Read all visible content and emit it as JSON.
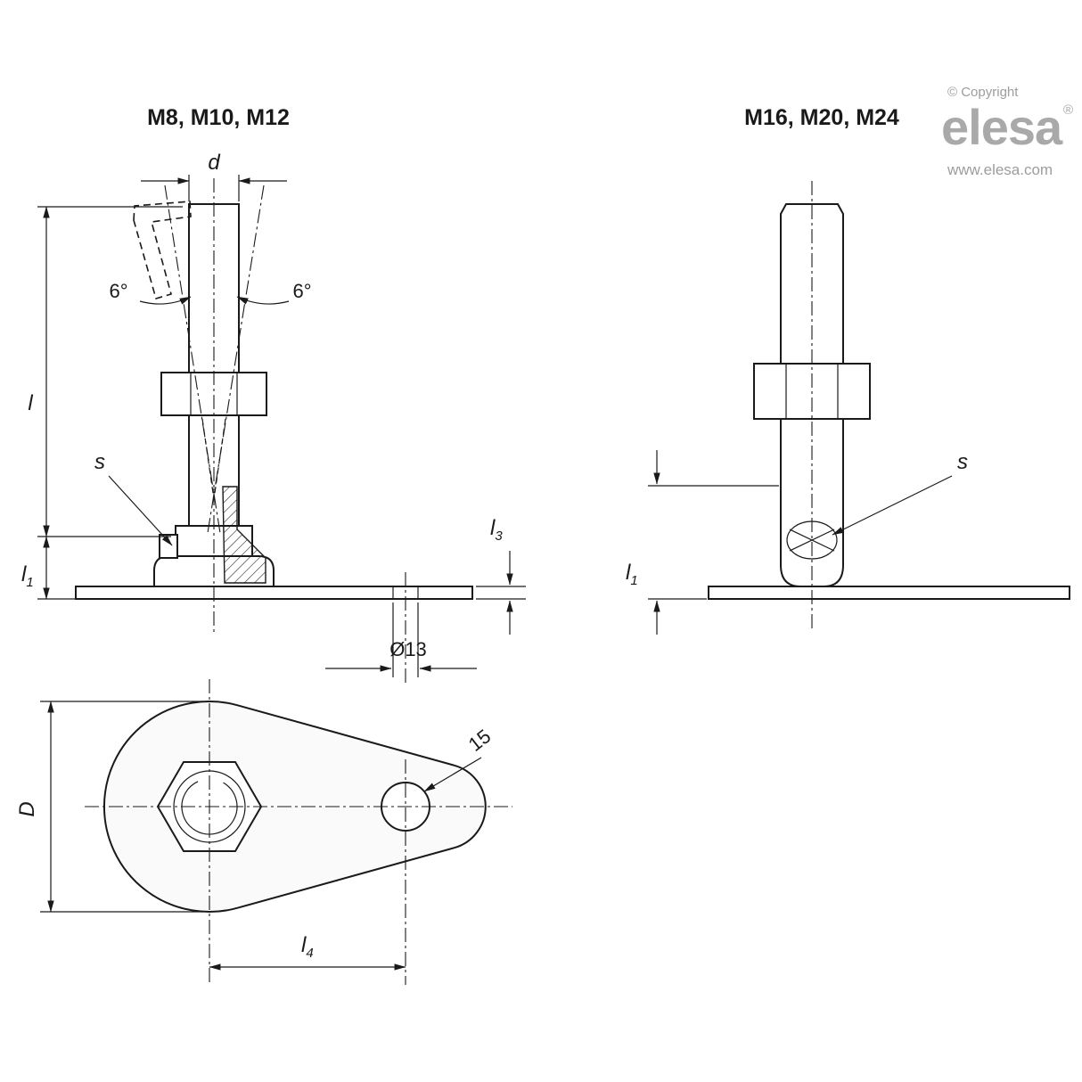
{
  "branding": {
    "copyright": "© Copyright",
    "logo_text": "elesa",
    "registered_mark": "®",
    "website": "www.elesa.com",
    "logo_color": "#a9a9a9",
    "muted_color": "#9d9d9d"
  },
  "drawing": {
    "line_color": "#1a1a1a",
    "left_view": {
      "title": "M8, M10, M12",
      "labels": {
        "d": "d",
        "angle_left": "6°",
        "angle_right": "6°",
        "length": "l",
        "wrench": "s",
        "l1_base": "l",
        "l1_sub": "1",
        "l3_base": "l",
        "l3_sub": "3",
        "hole_dia": "Ø13"
      }
    },
    "right_view": {
      "title": "M16, M20, M24",
      "labels": {
        "wrench": "s",
        "l1_base": "l",
        "l1_sub": "1"
      }
    },
    "bottom_view": {
      "labels": {
        "plate_dia": "D",
        "tip_hole": "15",
        "l4_base": "l",
        "l4_sub": "4"
      }
    }
  }
}
